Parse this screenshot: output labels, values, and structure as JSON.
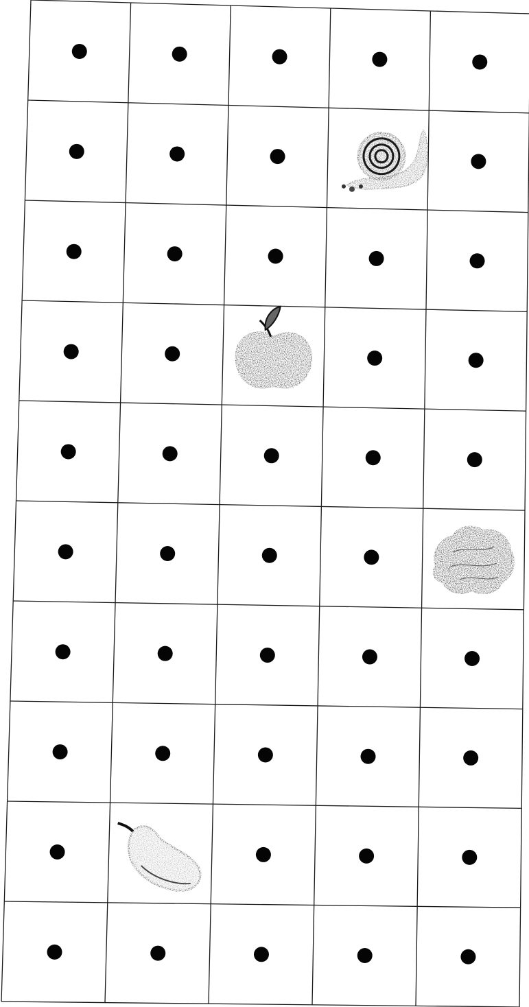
{
  "grid": {
    "rows": 10,
    "columns": 5,
    "cells": [
      [
        "dot",
        "dot",
        "dot",
        "dot",
        "dot"
      ],
      [
        "dot",
        "dot",
        "dot",
        "snail",
        "dot"
      ],
      [
        "dot",
        "dot",
        "dot",
        "dot",
        "dot"
      ],
      [
        "dot",
        "dot",
        "apple",
        "dot",
        "dot"
      ],
      [
        "dot",
        "dot",
        "dot",
        "dot",
        "dot"
      ],
      [
        "dot",
        "dot",
        "dot",
        "dot",
        "leafy-bush"
      ],
      [
        "dot",
        "dot",
        "dot",
        "dot",
        "dot"
      ],
      [
        "dot",
        "dot",
        "dot",
        "dot",
        "dot"
      ],
      [
        "dot",
        "pear",
        "dot",
        "dot",
        "dot"
      ],
      [
        "dot",
        "dot",
        "dot",
        "dot",
        "dot"
      ]
    ]
  },
  "colors": {
    "line": "#1a1a1a",
    "dot": "#050505",
    "background": "#ffffff"
  }
}
